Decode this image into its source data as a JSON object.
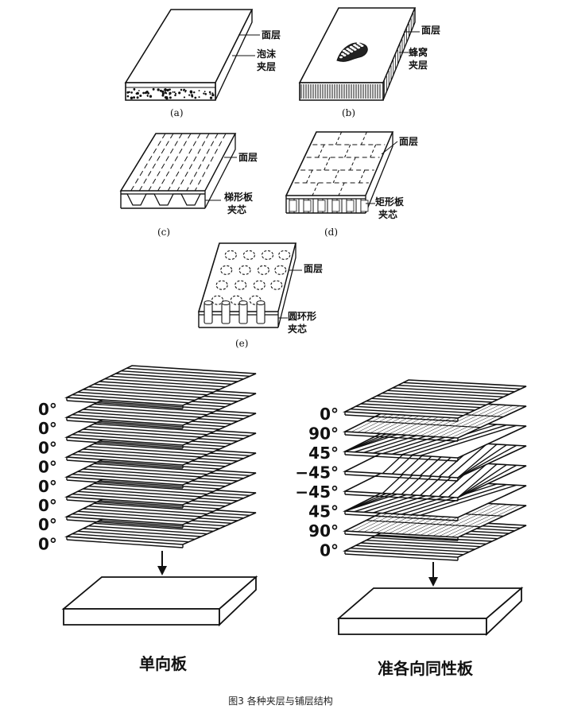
{
  "panels": {
    "a": {
      "tag": "(a)",
      "face": "面层",
      "core": [
        "泡沫",
        "夹层"
      ]
    },
    "b": {
      "tag": "(b)",
      "face": "面层",
      "core": [
        "蜂窝",
        "夹层"
      ]
    },
    "c": {
      "tag": "(c)",
      "face": "面层",
      "core": [
        "梯形板",
        "夹芯"
      ]
    },
    "d": {
      "tag": "(d)",
      "face": "面层",
      "core": [
        "矩形板",
        "夹芯"
      ]
    },
    "e": {
      "tag": "(e)",
      "face": "面层",
      "core": [
        "圆环形",
        "夹芯"
      ]
    }
  },
  "unidirectional": {
    "angles": [
      "0°",
      "0°",
      "0°",
      "0°",
      "0°",
      "0°",
      "0°",
      "0°"
    ],
    "label": "单向板"
  },
  "quasi_isotropic": {
    "angles": [
      "0°",
      "90°",
      "45°",
      "−45°",
      "−45°",
      "45°",
      "90°",
      "0°"
    ],
    "label": "准各向同性板"
  },
  "caption": "图3 各种夹层与铺层结构"
}
